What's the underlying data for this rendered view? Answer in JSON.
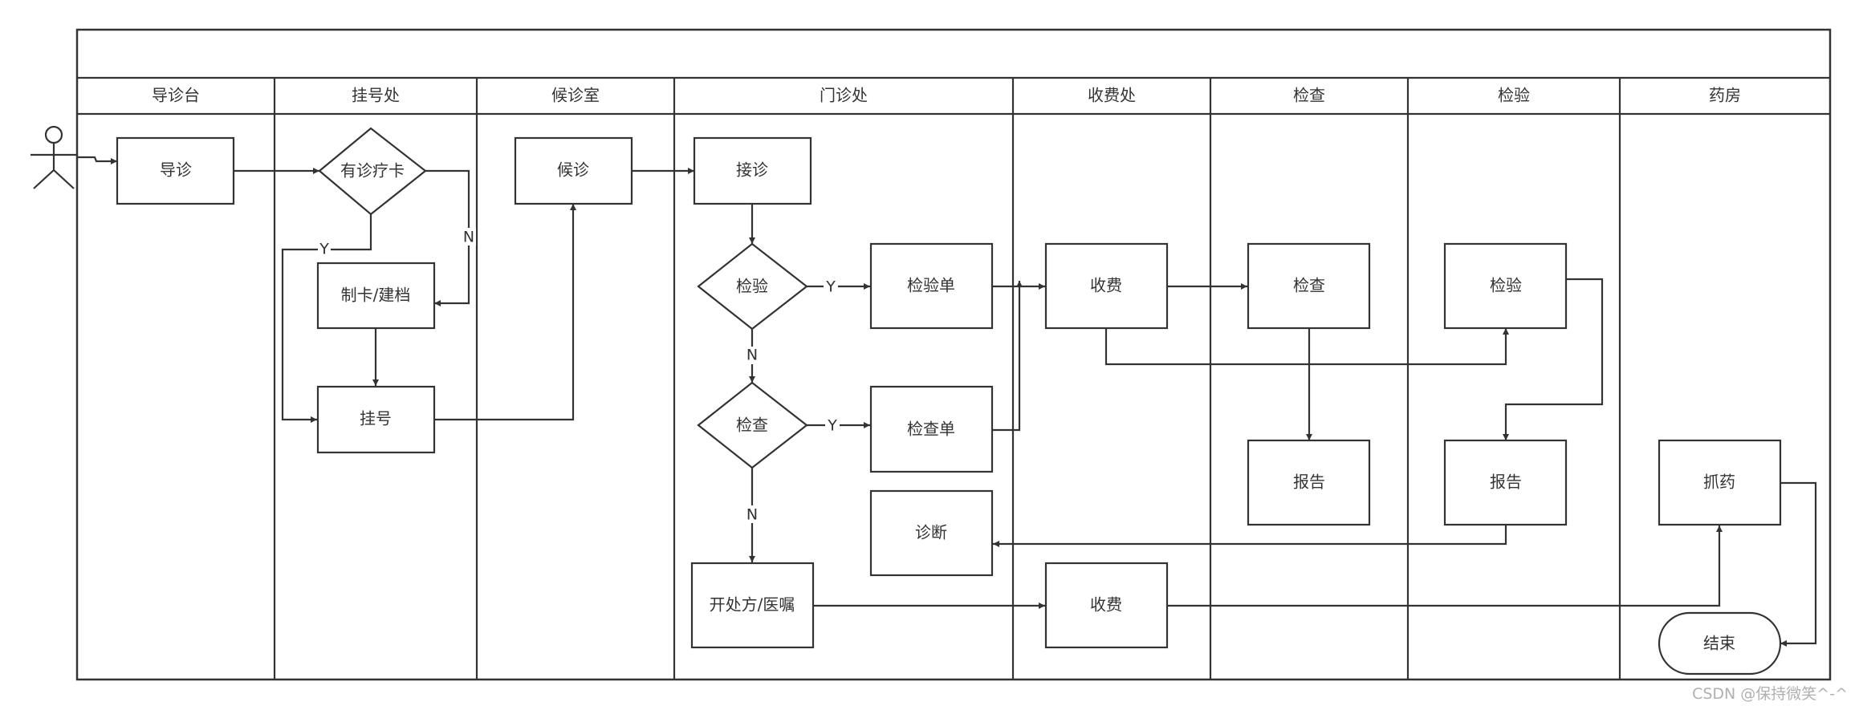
{
  "lanes": {
    "guide": "导诊台",
    "register": "挂号处",
    "waiting": "候诊室",
    "clinic": "门诊处",
    "billing": "收费处",
    "exam": "检查",
    "lab": "检验",
    "pharmacy": "药房"
  },
  "nodes": {
    "guide": "导诊",
    "has_card": "有诊疗卡",
    "make_card": "制卡/建档",
    "register": "挂号",
    "wait": "候诊",
    "receive": "接诊",
    "lab_decision": "检验",
    "lab_order": "检验单",
    "exam_decision": "检查",
    "exam_order": "检查单",
    "diagnosis": "诊断",
    "prescribe": "开处方/医嘱",
    "charge1": "收费",
    "charge2": "收费",
    "exam": "检查",
    "exam_report": "报告",
    "lab": "检验",
    "lab_report": "报告",
    "dispense": "抓药",
    "end": "结束"
  },
  "edges": {
    "yes": "Y",
    "no": "N"
  },
  "watermark": "CSDN @保持微笑^-^"
}
